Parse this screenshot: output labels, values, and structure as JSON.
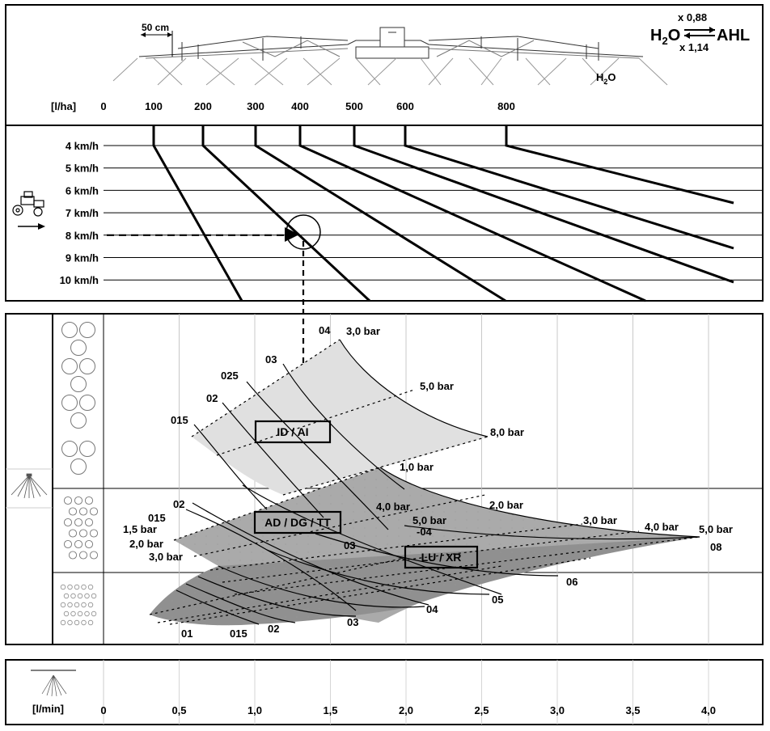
{
  "header": {
    "scale_label": "50 cm",
    "h2o_ahl_formula": {
      "h2o_label": "H",
      "h2o_sub": "2",
      "h2o_tail": "O",
      "ahl_label": "AHL",
      "factor_to_ahl": "x 0,88",
      "factor_to_h2o": "x 1,14"
    },
    "h2o_small": {
      "main": "H",
      "sub": "2",
      "tail": "O"
    }
  },
  "rate_axis": {
    "unit": "[l/ha]",
    "ticks": [
      {
        "label": "0",
        "value": 0
      },
      {
        "label": "100",
        "value": 100
      },
      {
        "label": "200",
        "value": 200
      },
      {
        "label": "300",
        "value": 300
      },
      {
        "label": "400",
        "value": 400
      },
      {
        "label": "500",
        "value": 500
      },
      {
        "label": "600",
        "value": 600
      },
      {
        "label": "800",
        "value": 800
      }
    ]
  },
  "speed_axis": {
    "labels": [
      "4 km/h",
      "5 km/h",
      "6 km/h",
      "7 km/h",
      "8 km/h",
      "9 km/h",
      "10 km/h"
    ],
    "values": [
      4,
      5,
      6,
      7,
      8,
      9,
      10
    ]
  },
  "example": {
    "speed_kmh": 8,
    "rate_l_ha": 200,
    "nozzle": "03",
    "flow_l_min": 1.3
  },
  "nozzle_families": [
    {
      "label": "ID / AI"
    },
    {
      "label": "AD / DG / TT"
    },
    {
      "label": "LU / XR"
    }
  ],
  "nozzle_sizes": {
    "id_ai": [
      "015",
      "02",
      "025",
      "03",
      "04"
    ],
    "ad_dg_tt": [
      "015",
      "02",
      "03",
      "04"
    ],
    "lu_xr": [
      "01",
      "015",
      "02",
      "03",
      "04",
      "05",
      "06",
      "08"
    ]
  },
  "pressure_labels": {
    "id_ai": [
      "3,0 bar",
      "5,0 bar",
      "8,0 bar"
    ],
    "ad_dg_tt": [
      "1,0 bar",
      "2,0 bar",
      "3,0 bar",
      "4,0 bar",
      "5,0 bar"
    ],
    "lu_xr": [
      "1,5 bar",
      "2,0 bar",
      "3,0 bar",
      "4,0 bar",
      "5,0 bar"
    ]
  },
  "flow_axis": {
    "unit": "[l/min]",
    "ticks": [
      {
        "label": "0",
        "value": 0
      },
      {
        "label": "0,5",
        "value": 0.5
      },
      {
        "label": "1,0",
        "value": 1.0
      },
      {
        "label": "1,5",
        "value": 1.5
      },
      {
        "label": "2,0",
        "value": 2.0
      },
      {
        "label": "2,5",
        "value": 2.5
      },
      {
        "label": "3,0",
        "value": 3.0
      },
      {
        "label": "3,5",
        "value": 3.5
      },
      {
        "label": "4,0",
        "value": 4.0
      }
    ]
  }
}
